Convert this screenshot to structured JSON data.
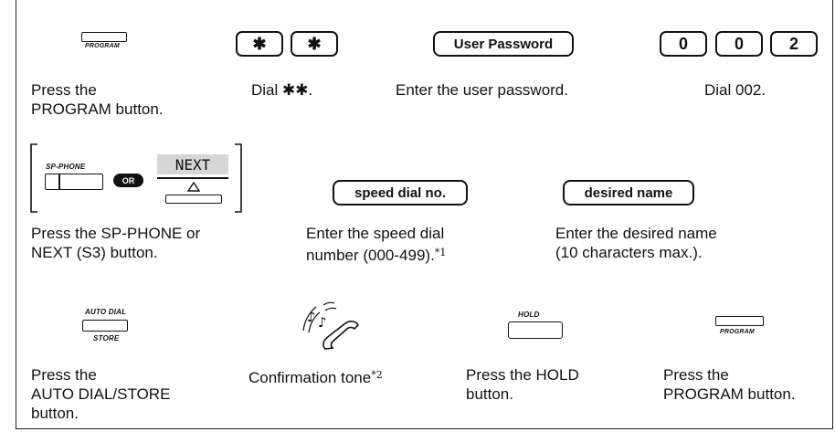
{
  "step1": {
    "program_button_label": "PROGRAM",
    "caption": "Press the\nPROGRAM button."
  },
  "step2": {
    "key_star_1": "✱",
    "key_star_2": "✱",
    "caption": "Dial ✱✱."
  },
  "step3": {
    "input_label": "User Password",
    "caption": "Enter the user password."
  },
  "step4": {
    "digit_1": "0",
    "digit_2": "0",
    "digit_3": "2",
    "caption": "Dial 002."
  },
  "step5": {
    "sp_phone_label": "SP-PHONE",
    "or_label": "OR",
    "next_label": "NEXT",
    "caption": "Press the SP-PHONE or\nNEXT (S3) button."
  },
  "step6": {
    "input_label": "speed dial no.",
    "caption": "Enter the speed dial\nnumber (000-499).",
    "footnote": "*1"
  },
  "step7": {
    "input_label": "desired name",
    "caption": "Enter the desired name\n(10 characters max.)."
  },
  "step8": {
    "label_top": "AUTO DIAL",
    "label_bottom": "STORE",
    "caption": "Press the\nAUTO DIAL/STORE\nbutton."
  },
  "step9": {
    "caption": "Confirmation tone",
    "footnote": "*2"
  },
  "step10": {
    "hold_label": "HOLD",
    "caption": "Press the HOLD\nbutton."
  },
  "step11": {
    "program_button_label": "PROGRAM",
    "caption": "Press the\nPROGRAM button."
  }
}
